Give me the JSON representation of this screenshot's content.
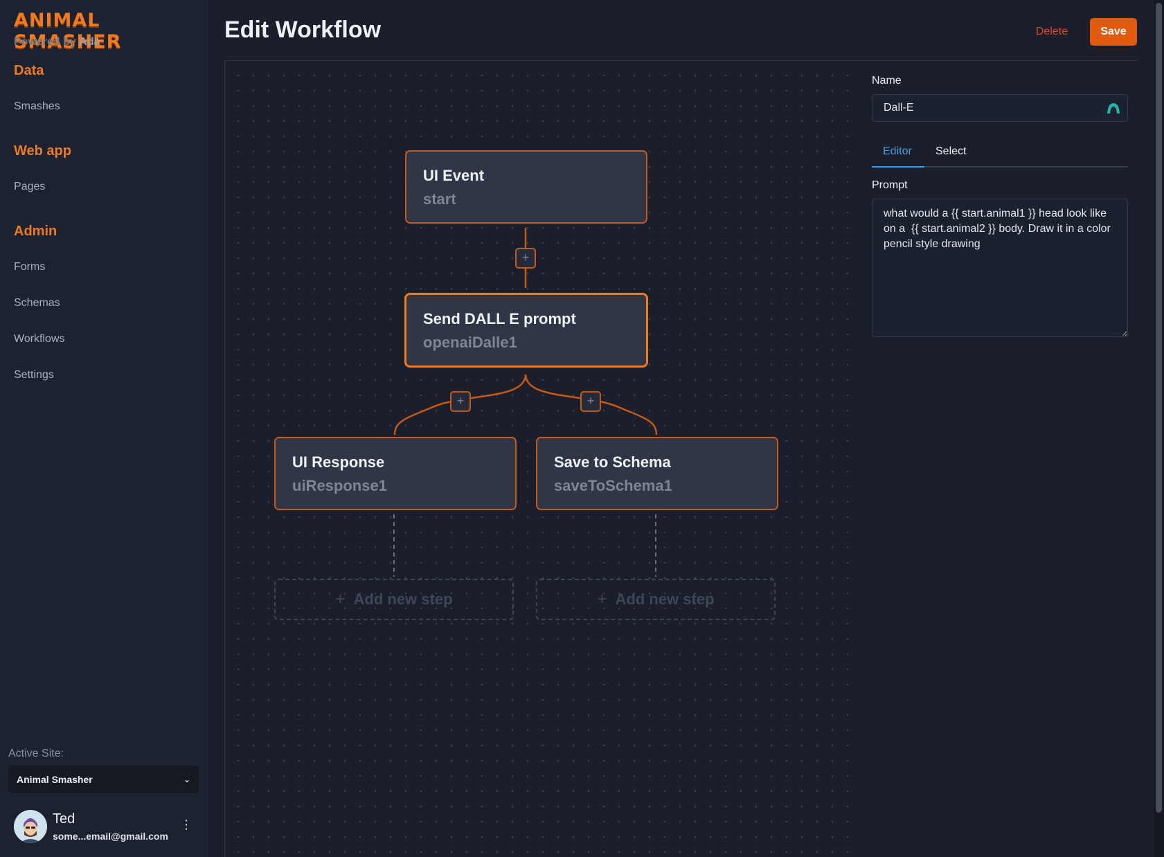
{
  "brand": {
    "title": "ANIMAL SMASHER",
    "powered_prefix": "Powered by",
    "powered_name": "Ada"
  },
  "sidebar": {
    "sections": [
      {
        "title": "Data",
        "items": [
          "Smashes"
        ]
      },
      {
        "title": "Web app",
        "items": [
          "Pages"
        ]
      },
      {
        "title": "Admin",
        "items": [
          "Forms",
          "Schemas",
          "Workflows",
          "Settings"
        ]
      }
    ],
    "active_site_label": "Active Site:",
    "active_site_value": "Animal Smasher",
    "user": {
      "name": "Ted",
      "email": "some...email@gmail.com"
    }
  },
  "header": {
    "title": "Edit Workflow",
    "delete_label": "Delete",
    "save_label": "Save"
  },
  "workflow": {
    "nodes": [
      {
        "title": "UI Event",
        "id": "start"
      },
      {
        "title": "Send DALL E prompt",
        "id": "openaiDalle1",
        "selected": true
      },
      {
        "title": "UI Response",
        "id": "uiResponse1"
      },
      {
        "title": "Save to Schema",
        "id": "saveToSchema1"
      }
    ],
    "add_step_label": "Add new step",
    "add_symbol": "+"
  },
  "panel": {
    "name_label": "Name",
    "name_value": "Dall-E",
    "tabs": [
      "Editor",
      "Select"
    ],
    "active_tab": "Editor",
    "prompt_label": "Prompt",
    "prompt_value": "what would a {{ start.animal1 }} head look like on a  {{ start.animal2 }} body. Draw it in a color pencil style drawing"
  },
  "colors": {
    "accent": "#f07a1c",
    "node_border": "#c85a14",
    "delete": "#e2452f",
    "save": "#e05a0e",
    "tab_active": "#4a9be0"
  }
}
